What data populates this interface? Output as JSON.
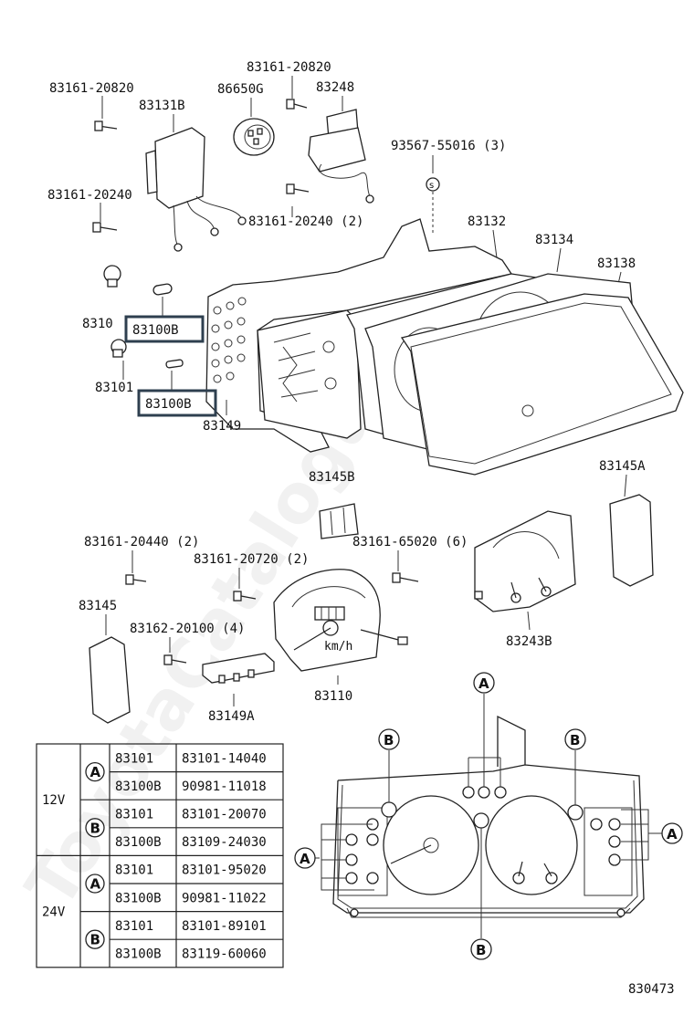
{
  "labels": {
    "bolt_top_left": "83161-20820",
    "bolt_top_mid": "83161-20820",
    "unit_83131": "83131B",
    "unit_86650": "86650G",
    "unit_83248": "83248",
    "bolt_left_mid": "83161-20240",
    "bolt_mid_2": "83161-20240 (2)",
    "screw_3": "93567-55016 (3)",
    "p83132": "83132",
    "p83134": "83134",
    "p83138": "83138",
    "p8310_partial": "8310",
    "p83100b_1": "83100B",
    "p83101": "83101",
    "p83100b_2": "83100B",
    "p83149": "83149",
    "p83145b": "83145B",
    "p83145a": "83145A",
    "bolt_20440": "83161-20440 (2)",
    "bolt_20720": "83161-20720 (2)",
    "bolt_65020": "83161-65020 (6)",
    "p83145": "83145",
    "bolt_20100": "83162-20100 (4)",
    "p83243b": "83243B",
    "p83110": "83110",
    "p83149a": "83149A",
    "diagram_code": "830473",
    "kmh": "km/h"
  },
  "callouts": {
    "a": "A",
    "b": "B"
  },
  "watermark": "ToyotaCatalogue.ru",
  "bulb_table": {
    "groups": [
      {
        "voltage": "12V",
        "rows": [
          {
            "type": "A",
            "items": [
              [
                "83101",
                "83101-14040"
              ],
              [
                "83100B",
                "90981-11018"
              ]
            ]
          },
          {
            "type": "B",
            "items": [
              [
                "83101",
                "83101-20070"
              ],
              [
                "83100B",
                "83109-24030"
              ]
            ]
          }
        ]
      },
      {
        "voltage": "24V",
        "rows": [
          {
            "type": "A",
            "items": [
              [
                "83101",
                "83101-95020"
              ],
              [
                "83100B",
                "90981-11022"
              ]
            ]
          },
          {
            "type": "B",
            "items": [
              [
                "83101",
                "83101-89101"
              ],
              [
                "83100B",
                "83119-60060"
              ]
            ]
          }
        ]
      }
    ]
  }
}
